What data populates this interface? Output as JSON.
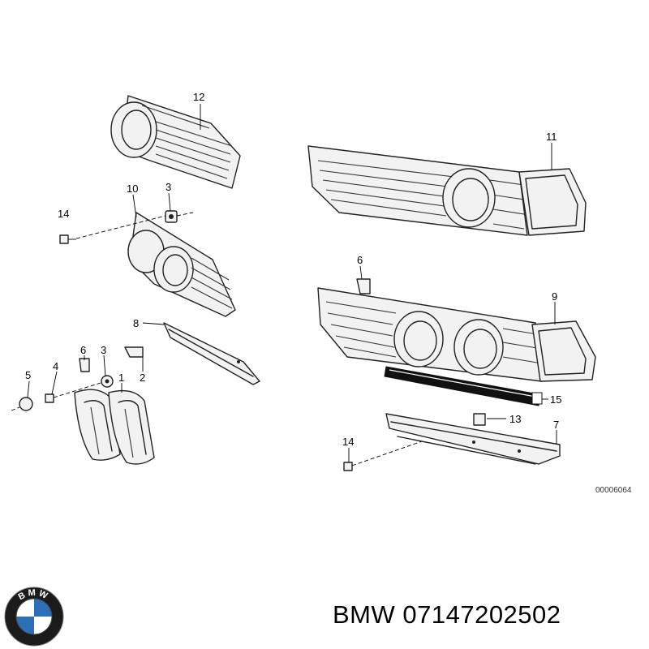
{
  "diagram": {
    "code": "00006064",
    "callouts": [
      "12",
      "11",
      "10",
      "3",
      "14",
      "6",
      "9",
      "8",
      "6",
      "3",
      "5",
      "4",
      "1",
      "2",
      "15",
      "13",
      "7",
      "14"
    ]
  },
  "caption": {
    "brand": "BMW",
    "part_number": "07147202502",
    "text": "BMW 07147202502"
  },
  "logo": {
    "letters": "BMW",
    "colors": {
      "ring": "#111111",
      "blue": "#2d6fb7",
      "white": "#ffffff"
    }
  }
}
